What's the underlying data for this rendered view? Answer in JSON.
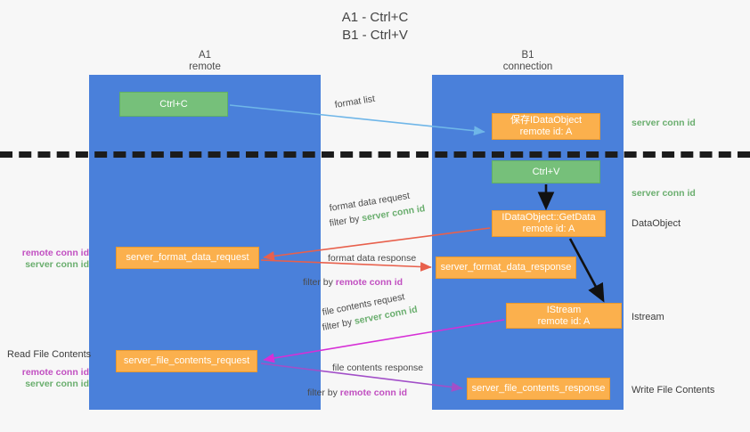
{
  "title": {
    "line1": "A1 - Ctrl+C",
    "line2": "B1 - Ctrl+V"
  },
  "columns": {
    "left": {
      "name": "A1",
      "role": "remote"
    },
    "right": {
      "name": "B1",
      "role": "connection"
    }
  },
  "boxes": {
    "ctrl_c": "Ctrl+C",
    "ctrl_v": "Ctrl+V",
    "idataobject_create": {
      "line1": "保存IDataObject",
      "line2": "remote id: A"
    },
    "idataobject_getdata": {
      "line1": "IDataObject::GetData",
      "line2": "remote id: A"
    },
    "istream": {
      "line1": "IStream",
      "line2": "remote id: A"
    },
    "server_format_data_request": "server_format_data_request",
    "server_format_data_response": "server_format_data_response",
    "server_file_contents_request": "server_file_contents_request",
    "server_file_contents_response": "server_file_contents_response"
  },
  "edge_labels": {
    "format_list": "format list",
    "format_data_request": {
      "text": "format data request",
      "filter_prefix": "filter by ",
      "filter_key": "server conn id"
    },
    "format_data_response": {
      "text": "format data response",
      "filter_prefix": "filter by ",
      "filter_key": "remote conn id"
    },
    "file_contents_request": {
      "text": "file contents request",
      "filter_prefix": "filter by ",
      "filter_key": "server conn id"
    },
    "file_contents_response": {
      "text": "file contents response",
      "filter_prefix": "filter by ",
      "filter_key": "remote conn id"
    }
  },
  "side_labels": {
    "server_conn_id_top": "server conn id",
    "server_conn_id_mid": "server conn id",
    "dataobject": "DataObject",
    "istream": "Istream",
    "write_file_contents": "Write File Contents"
  },
  "left_labels": {
    "read_file_contents": "Read File Contents",
    "remote_conn_id_a": "remote conn id",
    "server_conn_id_a": "server conn id",
    "remote_conn_id_b": "remote conn id",
    "server_conn_id_b": "server conn id"
  },
  "colors": {
    "column_blue": "#4a80da",
    "box_green": "#76c07a",
    "box_orange": "#fbb04d",
    "server_conn_id": "#6aae6e",
    "remote_conn_id": "#c14fc1",
    "arrow_light_blue": "#6fb6e8",
    "arrow_red": "#e8604c",
    "arrow_magenta": "#d62fd6",
    "arrow_purple": "#a24fc8",
    "arrow_black": "#111111",
    "divider": "#1c1c1c",
    "background": "#f7f7f7"
  }
}
